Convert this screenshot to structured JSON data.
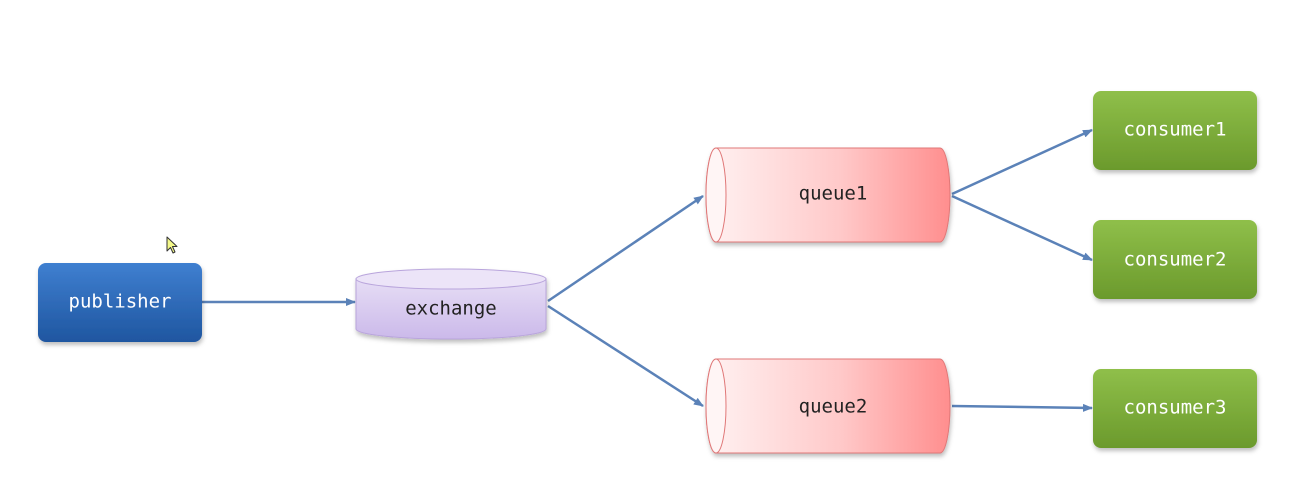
{
  "diagram": {
    "nodes": {
      "publisher": {
        "label": "publisher",
        "color": "#2e6bb8"
      },
      "exchange": {
        "label": "exchange",
        "color": "#d9ccef"
      },
      "queue1": {
        "label": "queue1",
        "color": "#ff9a9a"
      },
      "queue2": {
        "label": "queue2",
        "color": "#ff9a9a"
      },
      "consumer1": {
        "label": "consumer1",
        "color": "#7cac3a"
      },
      "consumer2": {
        "label": "consumer2",
        "color": "#7cac3a"
      },
      "consumer3": {
        "label": "consumer3",
        "color": "#7cac3a"
      }
    },
    "edges": [
      {
        "from": "publisher",
        "to": "exchange"
      },
      {
        "from": "exchange",
        "to": "queue1"
      },
      {
        "from": "exchange",
        "to": "queue2"
      },
      {
        "from": "queue1",
        "to": "consumer1"
      },
      {
        "from": "queue1",
        "to": "consumer2"
      },
      {
        "from": "queue2",
        "to": "consumer3"
      }
    ],
    "arrow_color": "#5b82b8",
    "icons": {
      "cursor": "mouse-pointer-icon"
    }
  }
}
